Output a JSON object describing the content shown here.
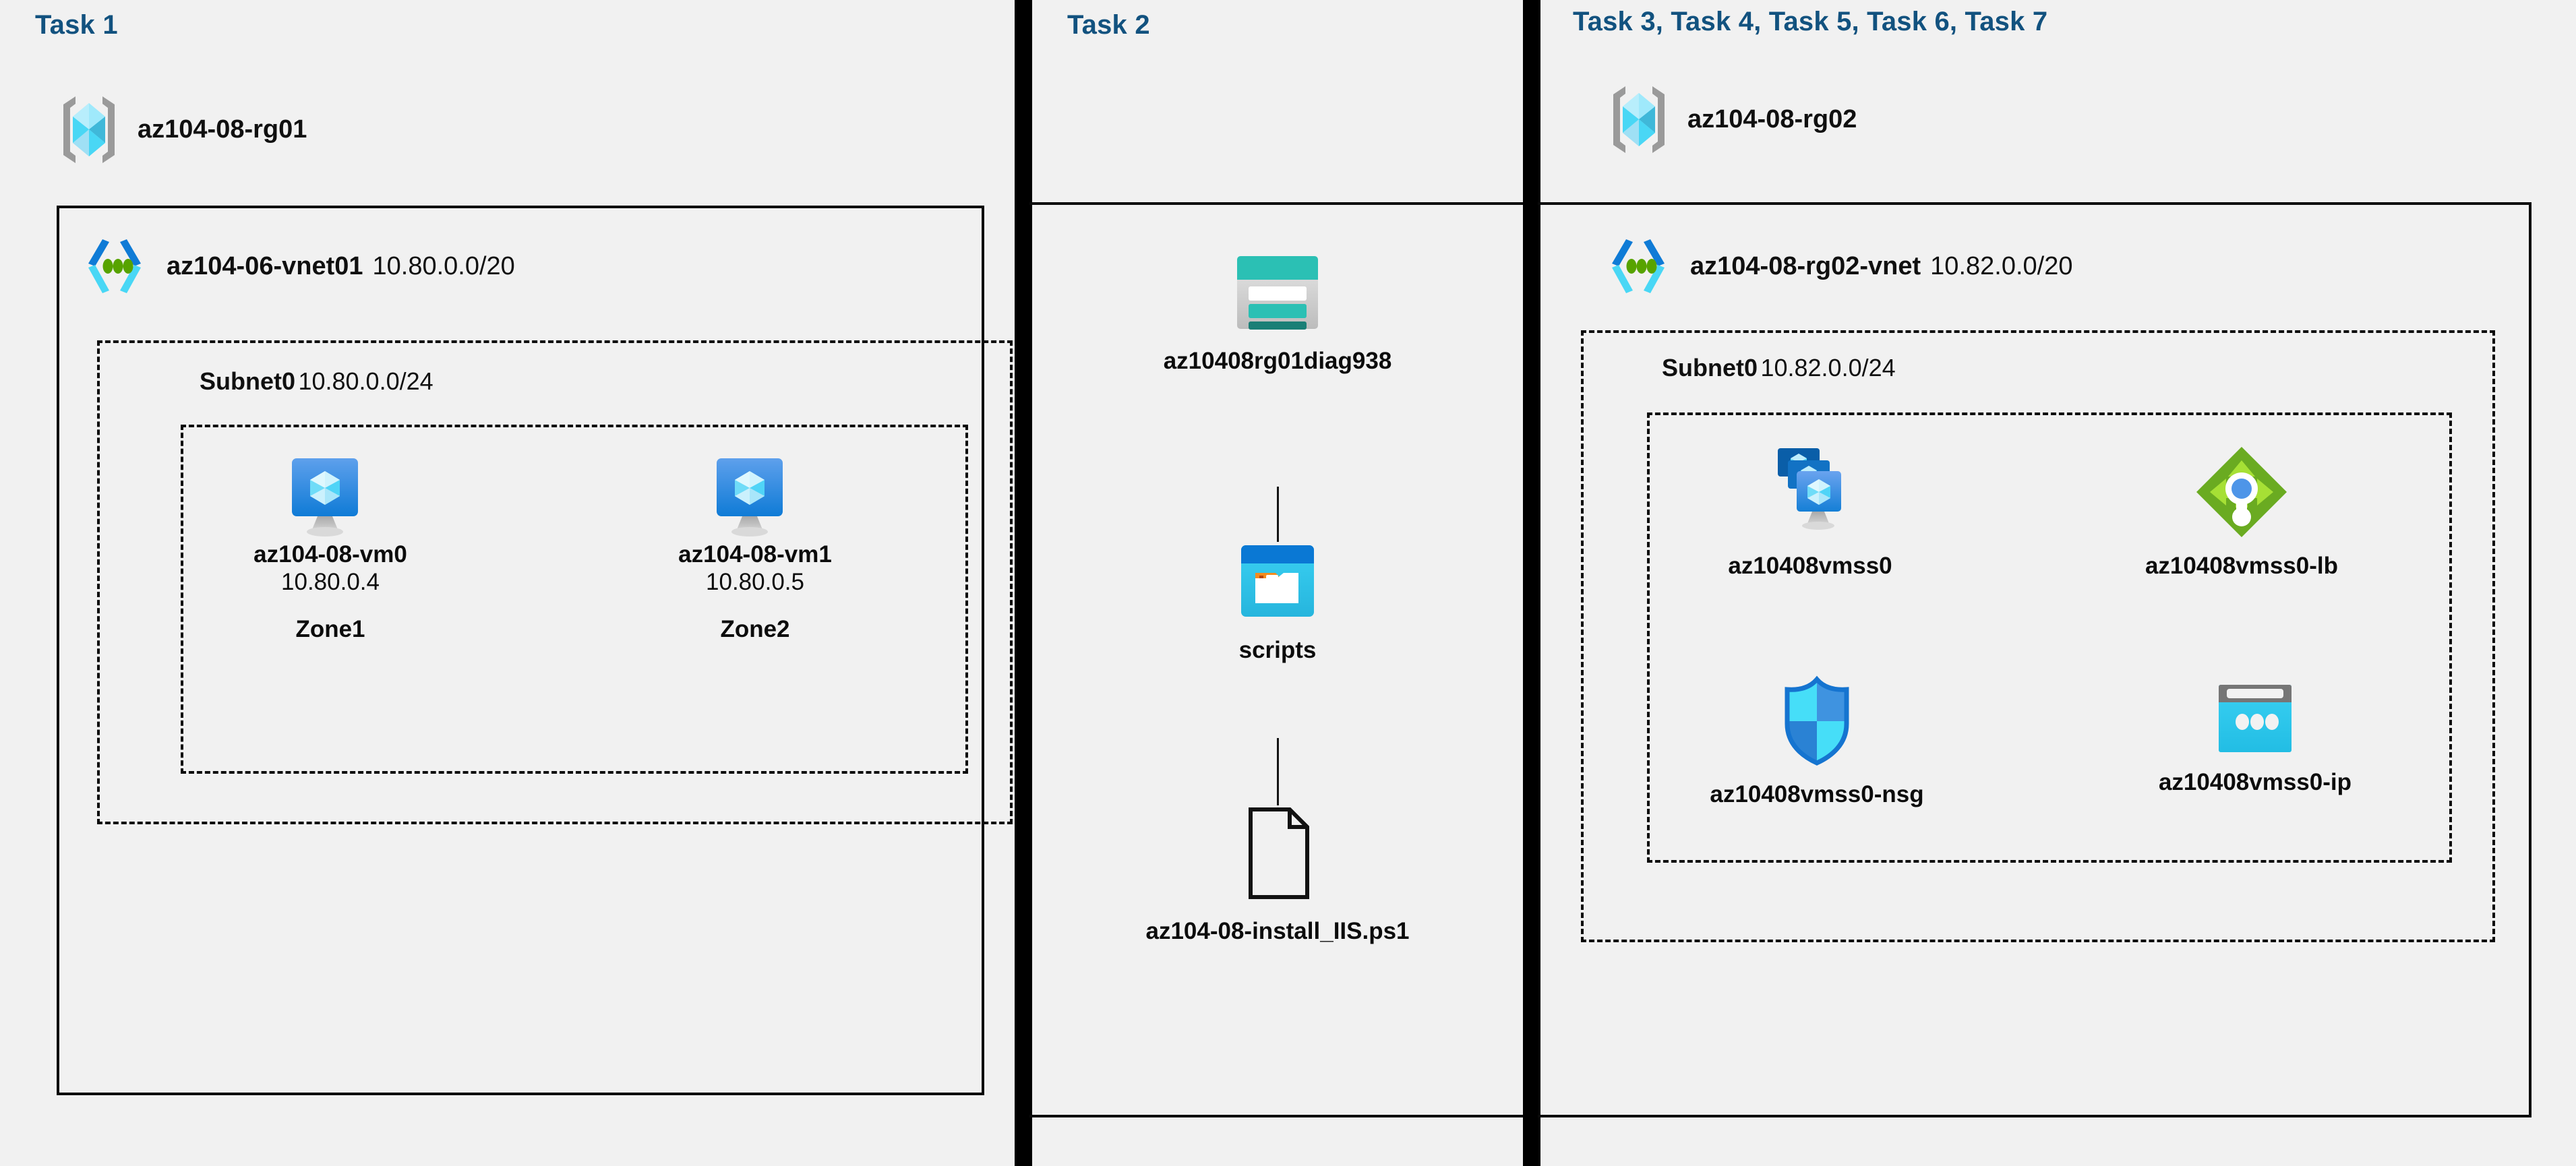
{
  "background_color": "#f1f1f1",
  "accent_color": "#12527f",
  "line_color": "#0a0a0a",
  "panels": [
    {
      "id": "panel-1",
      "task_title": "Task 1",
      "resource_group": {
        "icon": "resource-group-icon",
        "name": "az104-08-rg01"
      },
      "vnet": {
        "icon": "virtual-network-icon",
        "name": "az104-06-vnet01",
        "cidr": "10.80.0.0/20"
      },
      "subnet": {
        "name": "Subnet0",
        "cidr": "10.80.0.0/24"
      },
      "vms": [
        {
          "icon": "virtual-machine-icon",
          "name": "az104-08-vm0",
          "ip": "10.80.0.4",
          "zone": "Zone1"
        },
        {
          "icon": "virtual-machine-icon",
          "name": "az104-08-vm1",
          "ip": "10.80.0.5",
          "zone": "Zone2"
        }
      ]
    },
    {
      "id": "panel-2",
      "task_title": "Task 2",
      "items": [
        {
          "icon": "storage-account-icon",
          "name": "az10408rg01diag938"
        },
        {
          "icon": "blob-container-icon",
          "name": "scripts"
        },
        {
          "icon": "script-file-icon",
          "name": "az104-08-install_IIS.ps1"
        }
      ]
    },
    {
      "id": "panel-3",
      "task_title": "Task 3, Task 4, Task 5, Task 6, Task 7",
      "resource_group": {
        "icon": "resource-group-icon",
        "name": "az104-08-rg02"
      },
      "vnet": {
        "icon": "virtual-network-icon",
        "name": "az104-08-rg02-vnet",
        "cidr": "10.82.0.0/20"
      },
      "subnet": {
        "name": "Subnet0",
        "cidr": "10.82.0.0/24"
      },
      "resources": [
        {
          "icon": "vm-scale-set-icon",
          "name": "az10408vmss0"
        },
        {
          "icon": "load-balancer-icon",
          "name": "az10408vmss0-lb"
        },
        {
          "icon": "network-security-group-icon",
          "name": "az10408vmss0-nsg"
        },
        {
          "icon": "public-ip-address-icon",
          "name": "az10408vmss0-ip"
        }
      ]
    }
  ]
}
